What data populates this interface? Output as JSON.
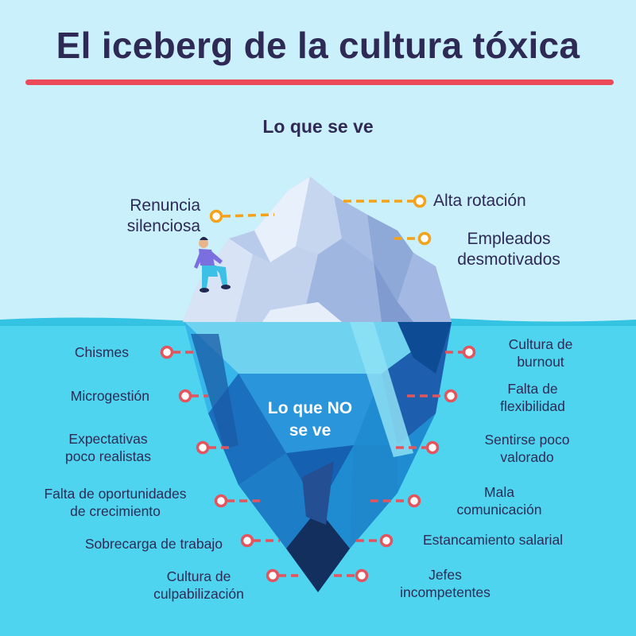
{
  "title": "El iceberg de la cultura tóxica",
  "sections": {
    "above": "Lo que se ve",
    "below": "Lo que NO\nse ve"
  },
  "visible": [
    {
      "text": "Renuncia\nsilenciosa"
    },
    {
      "text": "Alta rotación"
    },
    {
      "text": "Empleados\ndesmotivados"
    }
  ],
  "hidden_left": [
    {
      "text": "Chismes"
    },
    {
      "text": "Microgestión"
    },
    {
      "text": "Expectativas\npoco realistas"
    },
    {
      "text": "Falta de oportunidades\nde crecimiento"
    },
    {
      "text": "Sobrecarga de trabajo"
    },
    {
      "text": "Cultura de\nculpabilización"
    }
  ],
  "hidden_right": [
    {
      "text": "Cultura de\nburnout"
    },
    {
      "text": "Falta de\nflexibilidad"
    },
    {
      "text": "Sentirse poco\nvalorado"
    },
    {
      "text": "Mala\ncomunicación"
    },
    {
      "text": "Estancamiento salarial"
    },
    {
      "text": "Jefes\nincompetentes"
    }
  ],
  "colors": {
    "sky": "#c9f0fb",
    "water": "#4fd4ef",
    "title_text": "#2e2a55",
    "title_rule": "#ec4a58",
    "visible_connector": "#f5a21b",
    "hidden_connector": "#e2555f"
  },
  "icons": {
    "person": "person-sitting-icon",
    "connector": "circle-connector-icon"
  }
}
